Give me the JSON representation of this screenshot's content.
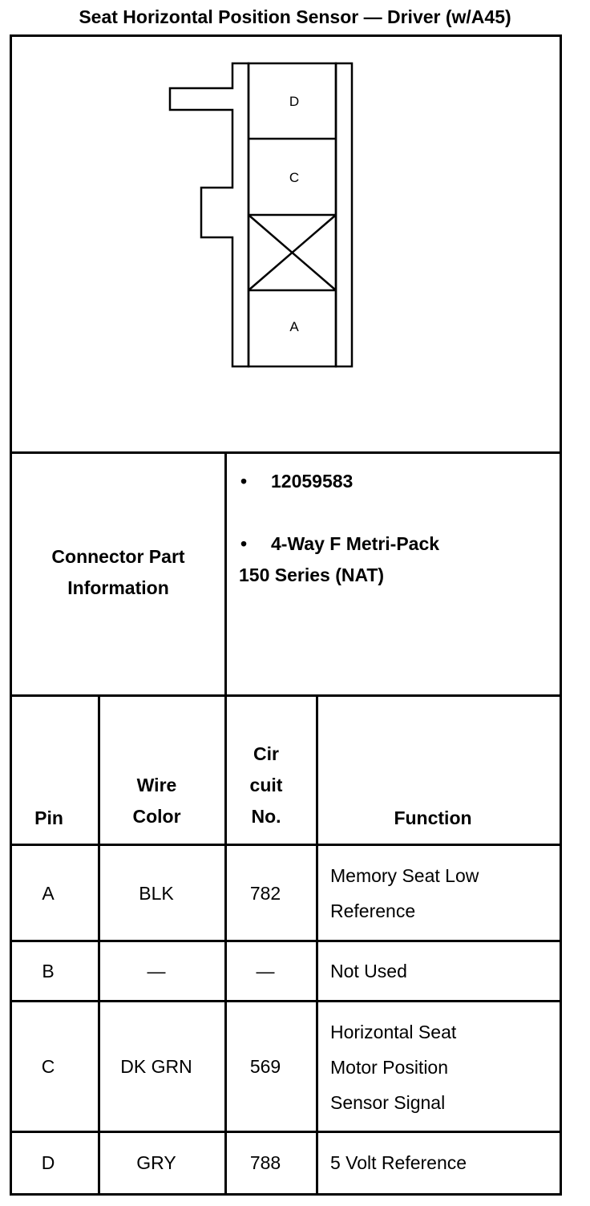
{
  "title": "Seat Horizontal Position Sensor — Driver (w/A45)",
  "connector": {
    "cavity_labels": {
      "d": "D",
      "c": "C",
      "a": "A"
    }
  },
  "part_info": {
    "label_line1": "Connector Part",
    "label_line2": "Information",
    "bullet": "•",
    "part_number": "12059583",
    "desc_line1": "4-Way F Metri-Pack",
    "desc_line2": "150 Series (NAT)"
  },
  "table": {
    "headers": {
      "pin": "Pin",
      "wire_line1": "Wire",
      "wire_line2": "Color",
      "circuit_line1": "Cir",
      "circuit_line2": "cuit",
      "circuit_line3": "No.",
      "function": "Function"
    },
    "rows": [
      {
        "pin": "A",
        "wire": "BLK",
        "circuit": "782",
        "function_lines": [
          "Memory Seat Low",
          "Reference"
        ]
      },
      {
        "pin": "B",
        "wire": "—",
        "circuit": "—",
        "function_lines": [
          "Not Used"
        ]
      },
      {
        "pin": "C",
        "wire": "DK GRN",
        "circuit": "569",
        "function_lines": [
          "Horizontal Seat",
          "Motor Position",
          "Sensor Signal"
        ]
      },
      {
        "pin": "D",
        "wire": "GRY",
        "circuit": "788",
        "function_lines": [
          "5 Volt Reference"
        ]
      }
    ]
  }
}
